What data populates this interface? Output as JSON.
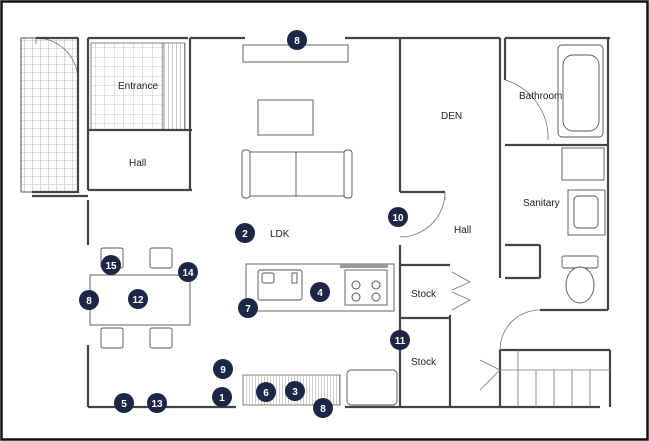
{
  "rooms": {
    "entrance": "Entrance",
    "hall_upper": "Hall",
    "den": "DEN",
    "bathroom": "Bathroom",
    "sanitary": "Sanitary",
    "ldk": "LDK",
    "hall_right": "Hall",
    "stock_upper": "Stock",
    "stock_lower": "Stock"
  },
  "markers": {
    "m8_top": "8",
    "m10": "10",
    "m2": "2",
    "m15": "15",
    "m14": "14",
    "m12": "12",
    "m8_left": "8",
    "m4": "4",
    "m7": "7",
    "m11": "11",
    "m9": "9",
    "m1": "1",
    "m6": "6",
    "m3": "3",
    "m5": "5",
    "m13": "13",
    "m8_bottom": "8"
  },
  "colors": {
    "marker": "#1c2747",
    "frame": "#111111",
    "wall": "#444444"
  }
}
